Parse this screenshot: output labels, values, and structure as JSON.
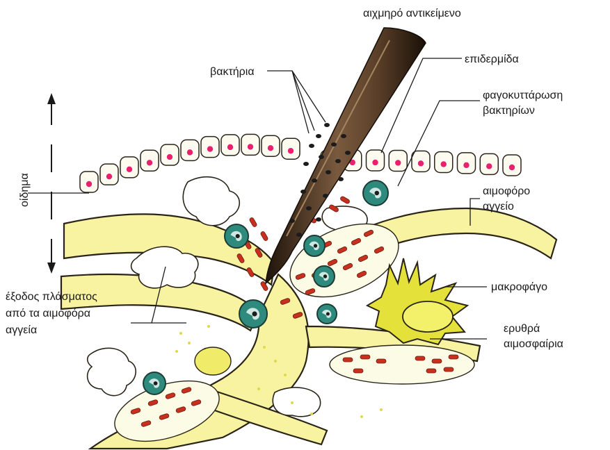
{
  "labels": {
    "sharp_object": "αιχμηρό αντικείμενο",
    "bacteria": "βακτήρια",
    "epidermis": "επιδερμίδα",
    "phagocytosis_line1": "φαγοκυττάρωση",
    "phagocytosis_line2": "βακτηρίων",
    "edema": "οίδημα",
    "blood_vessel_line1": "αιμοφόρο",
    "blood_vessel_line2": "αγγείο",
    "plasma_exit_line1": "έξοδος πλάσματος",
    "plasma_exit_line2": "από τα αιμοφόρα",
    "plasma_exit_line3": "αγγεία",
    "macrophage": "μακροφάγο",
    "red_blood_cells_line1": "ερυθρά",
    "red_blood_cells_line2": "αιμοσφαίρια"
  },
  "colors": {
    "vessel_fill": "#f7f3a0",
    "macrophage_fill": "#e4e23a",
    "phagocyte_fill": "#2e8a7c",
    "red_cell": "#c8301e",
    "nucleus": "#e8206e",
    "needle": "#3a2a1a"
  },
  "icons": {
    "edema_arrow": "double-vertical-arrow"
  }
}
